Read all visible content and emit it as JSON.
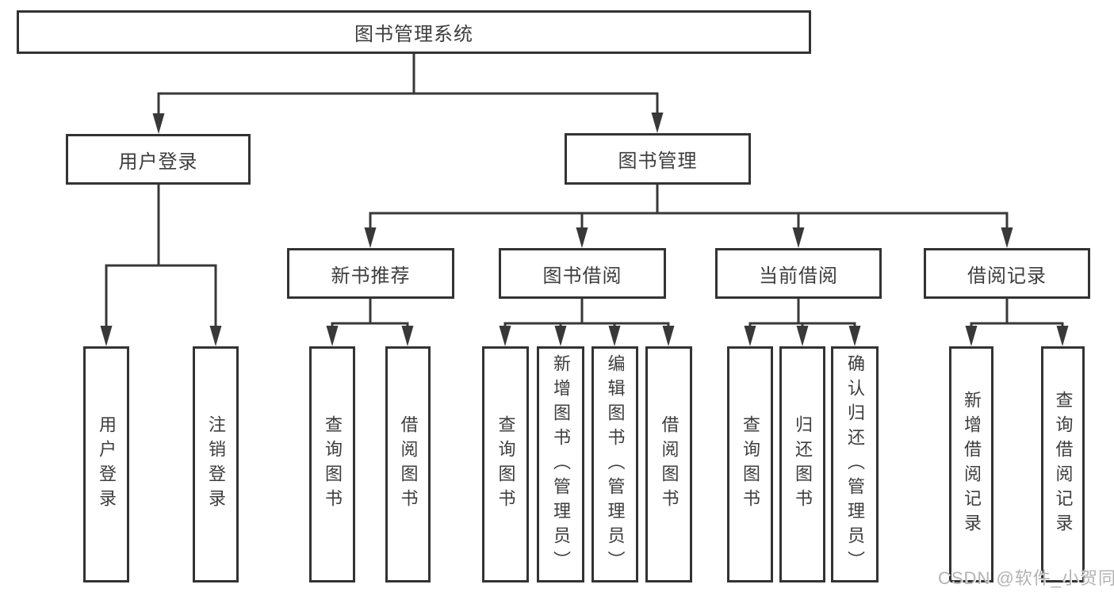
{
  "diagram": {
    "root": {
      "label": "图书管理系统",
      "children": [
        {
          "label": "用户登录",
          "children": [
            {
              "label": "用户登录"
            },
            {
              "label": "注销登录"
            }
          ]
        },
        {
          "label": "图书管理",
          "children": [
            {
              "label": "新书推荐",
              "children": [
                {
                  "label": "查询图书"
                },
                {
                  "label": "借阅图书"
                }
              ]
            },
            {
              "label": "图书借阅",
              "children": [
                {
                  "label": "查询图书"
                },
                {
                  "label": "新增图书（管理员）"
                },
                {
                  "label": "编辑图书（管理员）"
                },
                {
                  "label": "借阅图书"
                }
              ]
            },
            {
              "label": "当前借阅",
              "children": [
                {
                  "label": "查询图书"
                },
                {
                  "label": "归还图书"
                },
                {
                  "label": "确认归还（管理员）"
                }
              ]
            },
            {
              "label": "借阅记录",
              "children": [
                {
                  "label": "新增借阅记录"
                },
                {
                  "label": "查询借阅记录"
                }
              ]
            }
          ]
        }
      ]
    },
    "colors": {
      "line": "#383838",
      "box_border": "#333333",
      "text": "#3d3d3d",
      "background": "#ffffff",
      "watermark_text": "#b3b3b3"
    }
  },
  "watermark": {
    "text": "CSDN @软件_小贺同学"
  }
}
